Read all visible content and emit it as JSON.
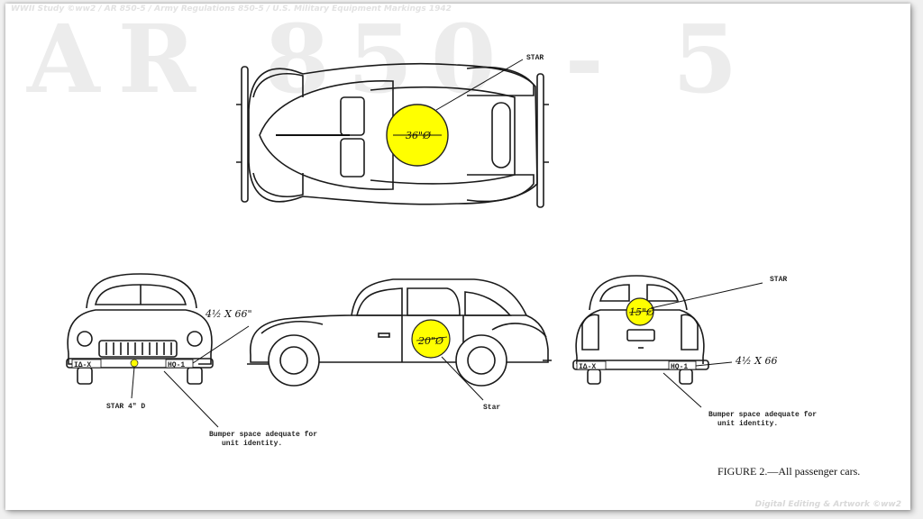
{
  "watermark": {
    "text": "AR 850 - 5"
  },
  "top_caption": "WWII Study ©ww2 / AR 850-5 / Army Regulations 850-5 / U.S. Military Equipment Markings 1942",
  "credit": "Digital Editing & Artwork ©ww2",
  "top_view": {
    "star_label": "STAR",
    "star_size": "36\"Ø"
  },
  "front_view": {
    "bumper_plate_left": "IΔ-X",
    "bumper_plate_right": "HQ-1",
    "dimension": "4½ X 66\"",
    "star_label": "STAR 4\" D",
    "bumper_note_line1": "Bumper space adequate for",
    "bumper_note_line2": "unit identity."
  },
  "side_view": {
    "star_size": "20\"Ø",
    "star_label": "Star"
  },
  "rear_view": {
    "star_label": "STAR",
    "star_size": "15\"Ø",
    "bumper_plate_left": "IΔ-X",
    "bumper_plate_right": "HQ-1",
    "dimension": "4½ X 66",
    "bumper_note_line1": "Bumper space adequate for",
    "bumper_note_line2": "unit identity."
  },
  "figure_caption": "FIGURE 2.—All passenger cars.",
  "colors": {
    "star_fill": "#ffff00",
    "line": "#1a1a1a"
  }
}
